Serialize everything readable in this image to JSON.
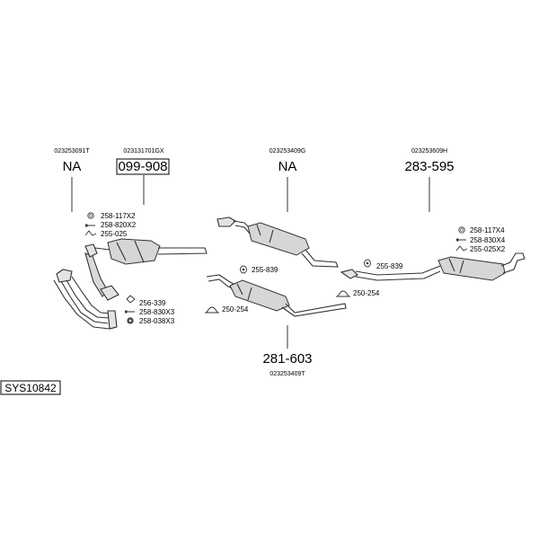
{
  "system_code": "SYS10842",
  "groups": [
    {
      "oem": "023253091T",
      "part": "NA",
      "boxed": false
    },
    {
      "oem": "023131701GX",
      "part": "099-908",
      "boxed": true
    },
    {
      "oem": "023253409G",
      "part": "NA",
      "boxed": false
    },
    {
      "oem": "023253609H",
      "part": "283-595",
      "boxed": false
    },
    {
      "oem": "023253409T",
      "part": "281-603",
      "boxed": false
    }
  ],
  "hardware_front": [
    "258-117X2",
    "258-820X2",
    "255-025"
  ],
  "hardware_downpipe": [
    "256-339",
    "258-830X3",
    "258-038X3"
  ],
  "hardware_middle": [
    "255-839",
    "250-254"
  ],
  "hardware_rear_left": [
    "255-839",
    "250-254"
  ],
  "hardware_rear_right": [
    "258-117X4",
    "258-830X4",
    "255-025X2"
  ],
  "icons": [
    "ring-clamp-icon",
    "bolt-icon",
    "hanger-icon",
    "gasket-icon",
    "rubber-mount-icon"
  ]
}
